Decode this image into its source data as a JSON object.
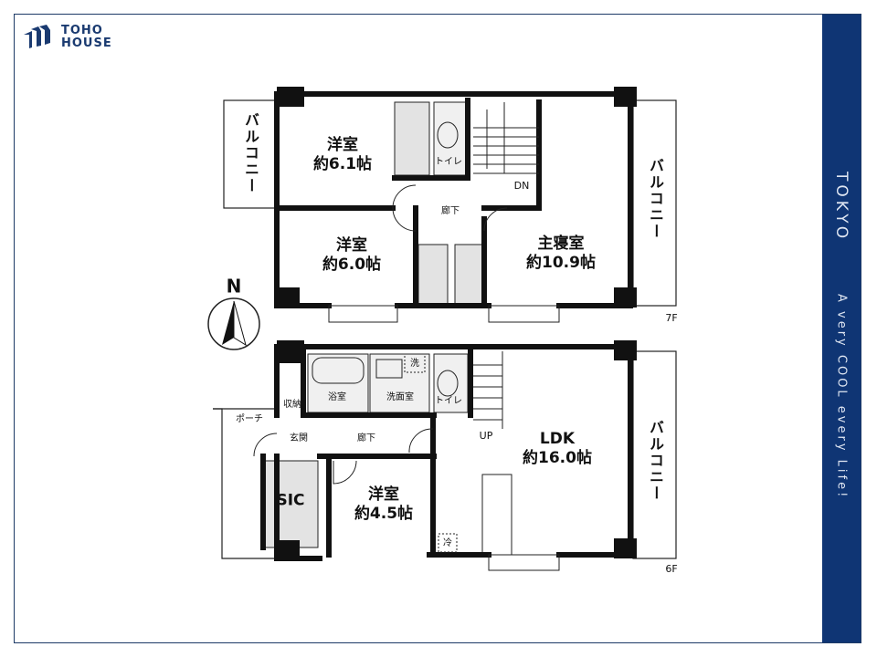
{
  "brand": {
    "logo_line1": "TOHO",
    "logo_line2": "HOUSE",
    "logo_icon": "house-stripes-icon"
  },
  "sidebar": {
    "title": "TOKYO",
    "tagline": "A very COOL every Life!",
    "bg_color": "#0f3574"
  },
  "compass": {
    "label": "N"
  },
  "floor_7f": {
    "floor_label": "7F",
    "balcony_left": "バルコニー",
    "balcony_right": "バルコニー",
    "room1": {
      "name": "洋室",
      "size": "約6.1帖"
    },
    "room2": {
      "name": "洋室",
      "size": "約6.0帖"
    },
    "master": {
      "name": "主寝室",
      "size": "約10.9帖"
    },
    "toilet": "トイレ",
    "hall": "廊下",
    "stairs": "DN"
  },
  "floor_6f": {
    "floor_label": "6F",
    "balcony_right": "バルコニー",
    "bath": "浴室",
    "washroom": "洗面室",
    "washer": "洗",
    "toilet": "トイレ",
    "storage": "収納",
    "porch": "ポーチ",
    "entrance": "玄関",
    "hall": "廊下",
    "sic": "SIC",
    "room": {
      "name": "洋室",
      "size": "約4.5帖"
    },
    "ldk": {
      "name": "LDK",
      "size": "約16.0帖"
    },
    "fridge": "冷",
    "stairs": "UP"
  }
}
